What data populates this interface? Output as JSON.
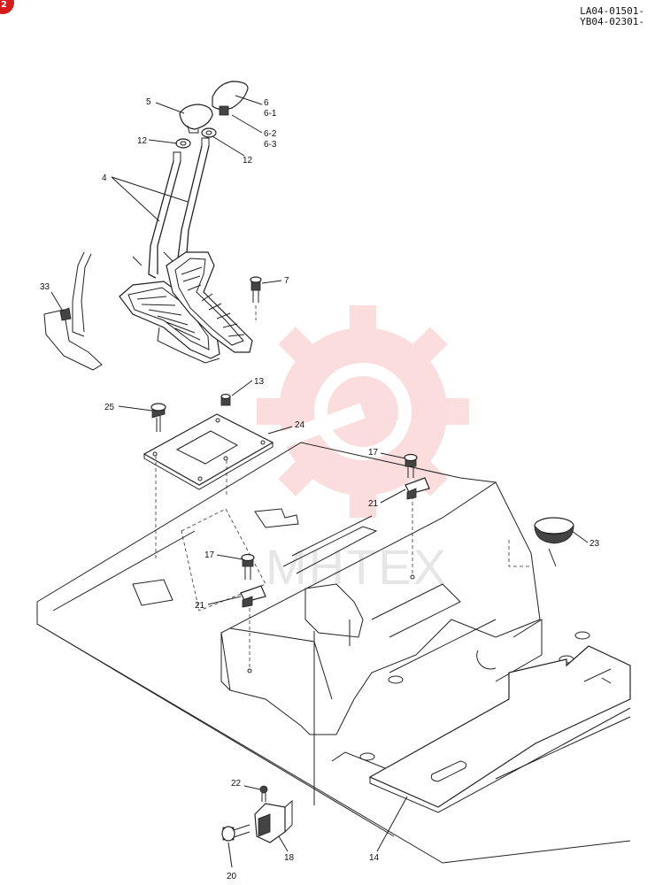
{
  "header": {
    "serial_1": "LA04-01501-",
    "serial_2": "YB04-02301-",
    "corner_badge": "2"
  },
  "watermark": {
    "text": "MHTEX",
    "icon": "gear-wrench-logo",
    "color": "#f4a0a0"
  },
  "callouts": {
    "c5": "5",
    "c6": "6",
    "c6_1": "6-1",
    "c6_2": "6-2",
    "c6_3": "6-3",
    "c12a": "12",
    "c12b": "12",
    "c4": "4",
    "c7": "7",
    "c33": "33",
    "c13": "13",
    "c25": "25",
    "c24": "24",
    "c17a": "17",
    "c21a": "21",
    "c23": "23",
    "c17b": "17",
    "c21b": "21",
    "c22": "22",
    "c20": "20",
    "c18": "18",
    "c14": "14"
  }
}
